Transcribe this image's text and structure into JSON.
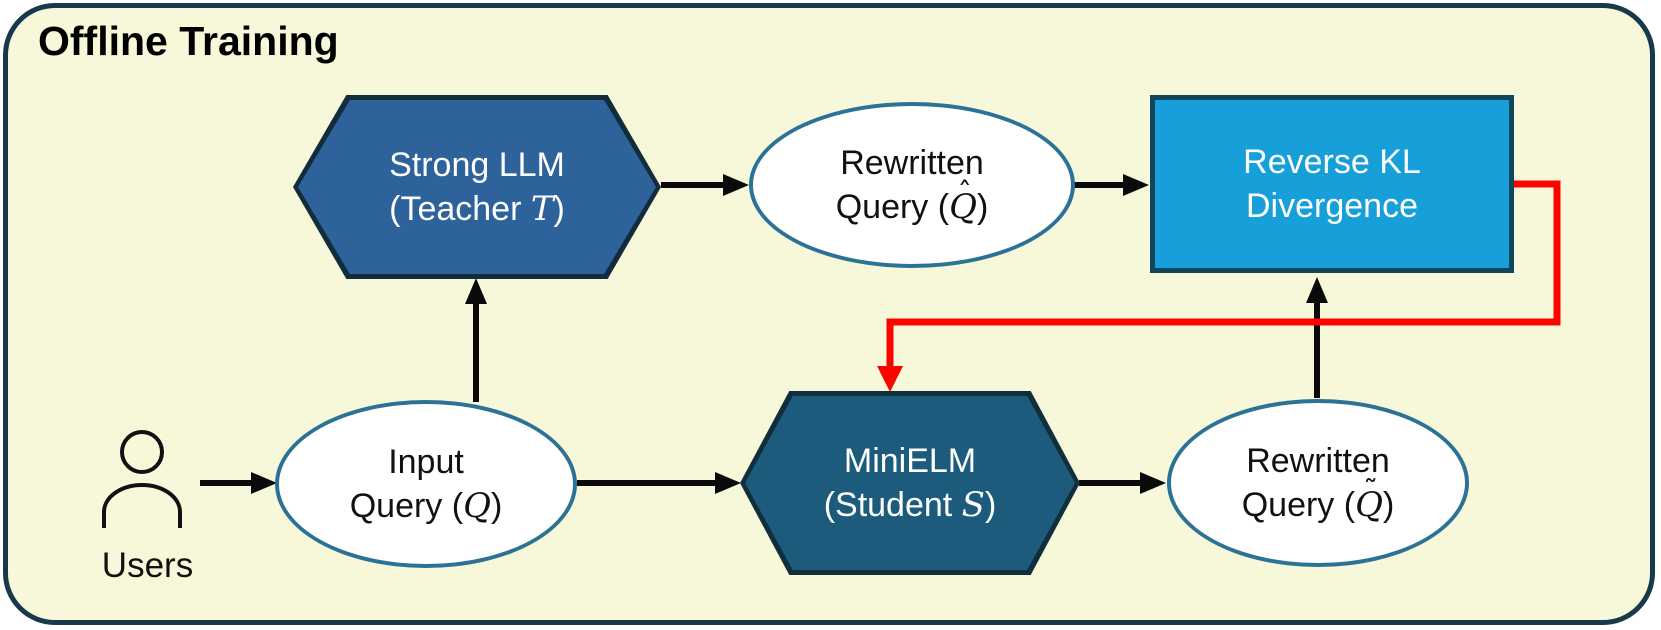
{
  "frame": {
    "title": "Offline Training"
  },
  "nodes": {
    "teacher": {
      "line1": "Strong LLM",
      "open": "(Teacher ",
      "math": "T",
      "close": ")"
    },
    "rewritten_q_hat": {
      "line1": "Rewritten",
      "open": "Query (",
      "math": "Q",
      "accent": "ˆ",
      "close": ")"
    },
    "reverse_kl": {
      "line1": "Reverse KL",
      "line2": "Divergence"
    },
    "input_query": {
      "line1": "Input",
      "open": "Query (",
      "math": "Q",
      "close": ")"
    },
    "student": {
      "line1": "MiniELM",
      "open": "(Student ",
      "math": "S",
      "close": ")"
    },
    "rewritten_q_tilde": {
      "line1": "Rewritten",
      "open": "Query (",
      "math": "Q",
      "accent": "˜",
      "close": ")"
    }
  },
  "users": {
    "label": "Users"
  },
  "colors": {
    "background": "#f7f8d9",
    "frame_border": "#17394b",
    "teacher_fill": "#2e629b",
    "student_fill": "#1d5b7c",
    "reverse_kl_fill": "#179fd9",
    "ellipse_stroke": "#2b7296",
    "arrow_black": "#0a0a0a",
    "feedback_red": "#fb0400"
  }
}
